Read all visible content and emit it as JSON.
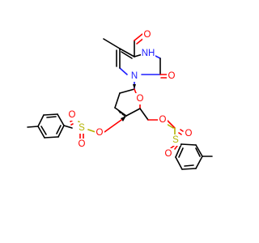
{
  "structure": {
    "atoms": {
      "o_c4": "O",
      "nh": "NH",
      "o_c2": "O",
      "n1": "N",
      "o_ring": "O",
      "o_3": "O",
      "s_left": "S",
      "o_sl_a": "O",
      "o_sl_b": "O",
      "o_5": "O",
      "s_right": "S",
      "o_sr_a": "O",
      "o_sr_b": "O"
    },
    "colors": {
      "carbon": "#000000",
      "oxygen": "#ff0000",
      "nitrogen": "#1f1fff",
      "sulfur": "#b3b300"
    }
  }
}
